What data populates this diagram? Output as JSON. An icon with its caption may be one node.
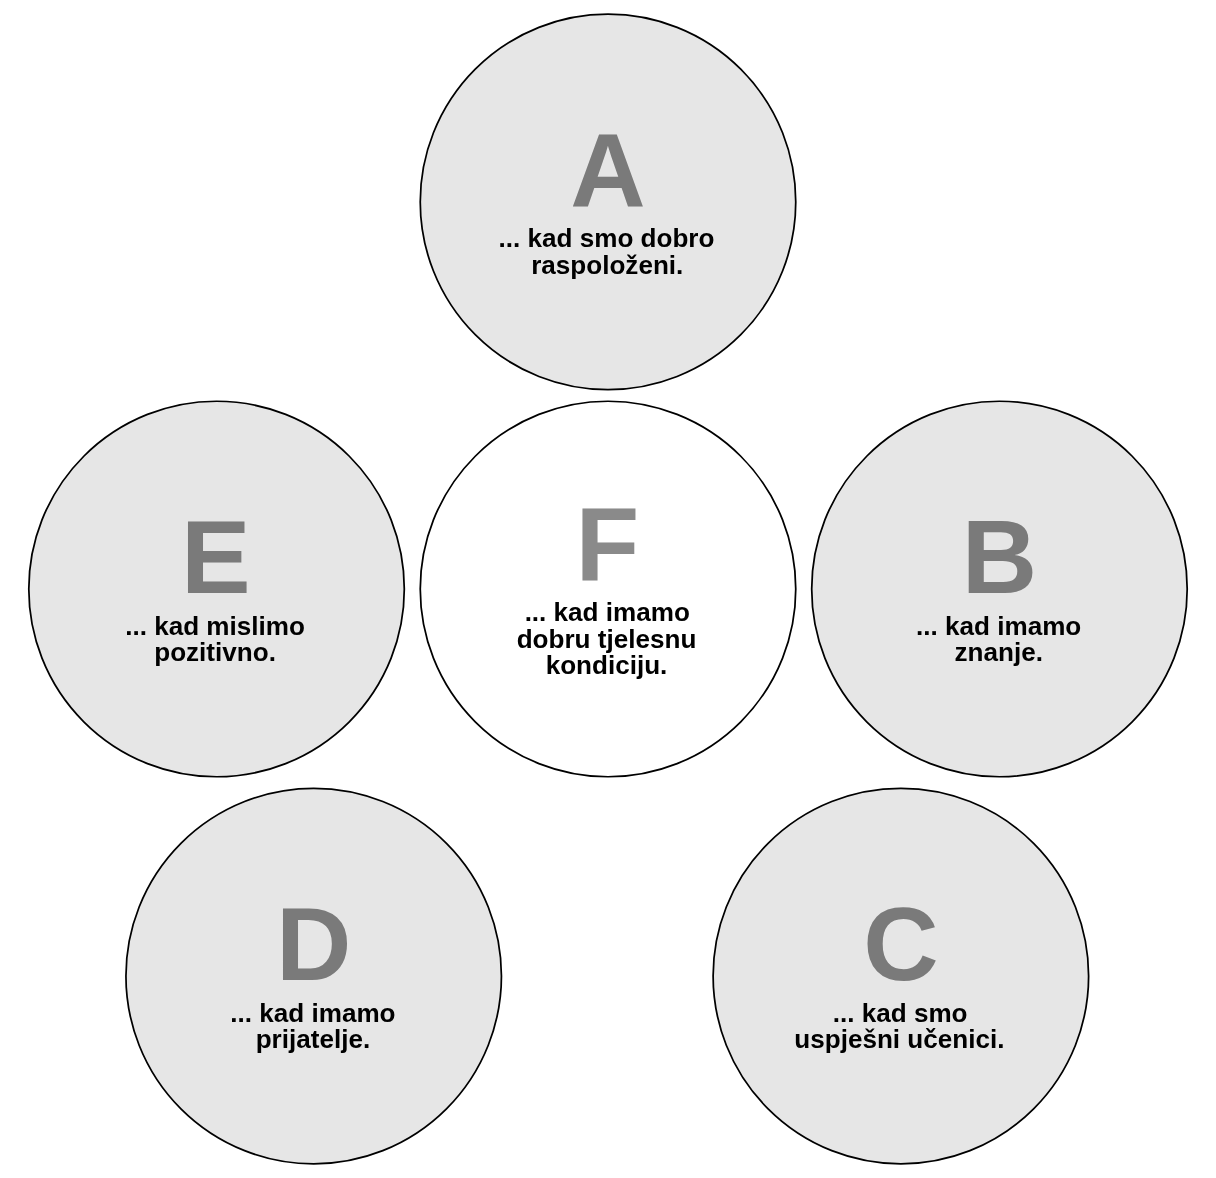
{
  "diagram": {
    "nodes": [
      {
        "text": [
          "A",
          "... kad smo dobro raspoloženi."
        ]
      },
      {
        "text": [
          "E",
          "... kad mislimo pozitivno."
        ]
      },
      {
        "text": [
          "B",
          "... kad imamo znanje."
        ]
      },
      {
        "text": [
          "F",
          "... kad imamo dobru tjelesnu kondiciju."
        ]
      },
      {
        "text": [
          "D",
          "... kad imamo prijatelje."
        ]
      },
      {
        "text": [
          "C",
          "... kad smo uspješni učenici."
        ]
      }
    ]
  }
}
